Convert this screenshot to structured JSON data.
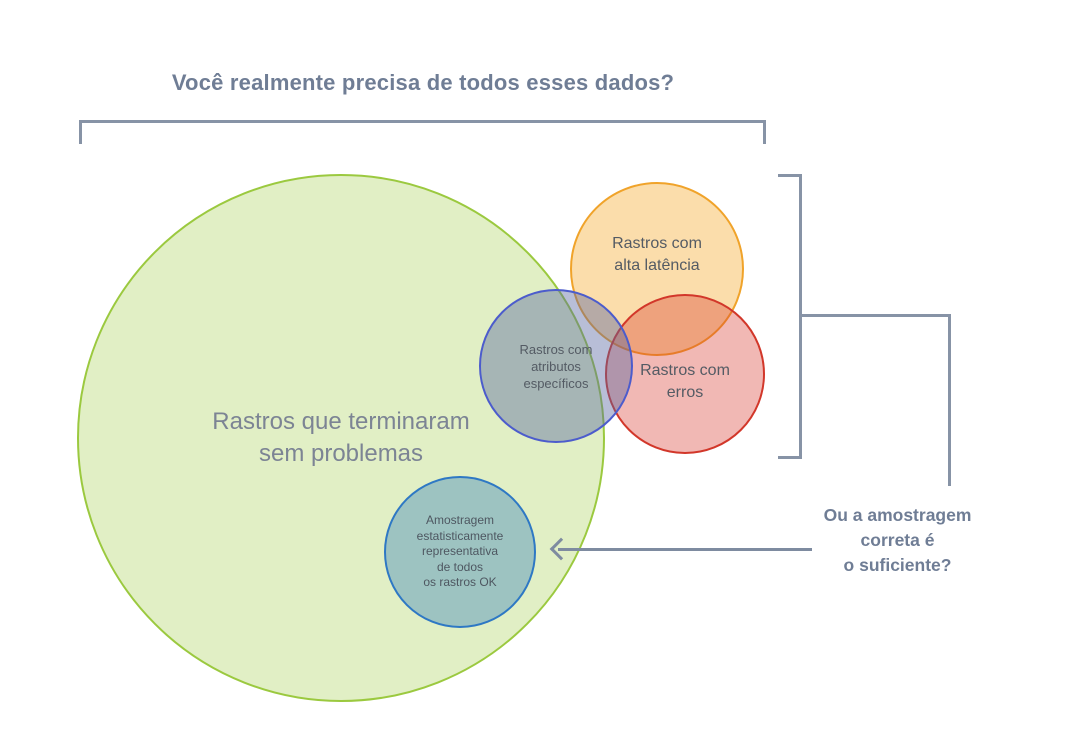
{
  "title": "Você realmente precisa de todos esses dados?",
  "side_question": {
    "lines": [
      "Ou a amostragem",
      "correta é",
      "o suficiente?"
    ]
  },
  "circles": {
    "green": {
      "lines": [
        "Rastros que terminaram",
        "sem problemas"
      ]
    },
    "orange": {
      "lines": [
        "Rastros com",
        "alta latência"
      ]
    },
    "red": {
      "lines": [
        "Rastros com",
        "erros"
      ]
    },
    "blue": {
      "lines": [
        "Rastros com",
        "atributos",
        "específicos"
      ]
    },
    "teal": {
      "lines": [
        "Amostragem",
        "estatisticamente",
        "representativa",
        "de todos",
        "os rastros OK"
      ]
    }
  },
  "colors": {
    "title_text": "#6f7d95",
    "bracket_lines": "#8793a6",
    "green_circle_stroke": "#9bc93f",
    "green_circle_fill": "#e2eec5",
    "orange_circle_stroke": "#f0a32a",
    "orange_circle_fill": "#fbe0b2",
    "red_circle_stroke": "#d2372a",
    "red_circle_fill": "#f2b7b3",
    "blue_circle_stroke": "#4c5ccc",
    "blue_circle_fill": "#b9c2d7",
    "teal_circle_stroke": "#2e78c4",
    "teal_circle_fill": "#9dc3c1",
    "circle_label_text": "#545b64",
    "green_label_text": "#7c8494"
  }
}
